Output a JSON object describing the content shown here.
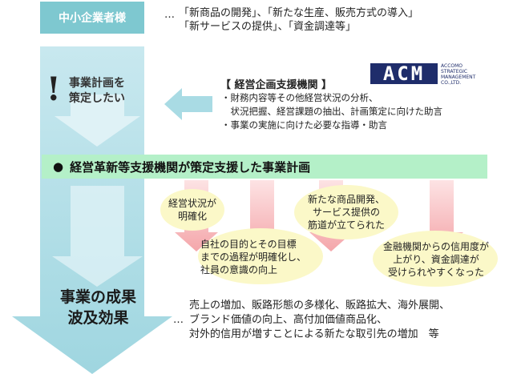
{
  "top": {
    "target_label": "中小企業者様",
    "ellipsis": "…",
    "desc_lines": [
      "「新商品の開発」、「新たな生産、販売方式の導入」",
      "「新サービスの提供」、「資金調達等」"
    ]
  },
  "left": {
    "exclaim": "!",
    "need_lines": [
      "事業計画を",
      "策定したい"
    ],
    "result_lines": [
      "事業の成果",
      "波及効果"
    ]
  },
  "org": {
    "title": "【 経営企画支援機関 】",
    "items": [
      "・財務内容等その他経営状況の分析、",
      "　状況把握、経営課題の抽出、計画策定に向けた助言",
      "・事業の実施に向けた必要な指導・助言"
    ],
    "logo_mark": "ACM",
    "logo_sub": [
      "ACCOMO",
      "STRATEGIC",
      "MANAGEMENT",
      "CO.,LTD."
    ]
  },
  "banner": {
    "bullet": "●",
    "text": "経営革新等支援機関が策定支援した事業計画"
  },
  "bubbles": [
    {
      "lines": [
        "経営状況が",
        "明確化"
      ]
    },
    {
      "lines": [
        "新たな商品開発、",
        "サービス提供の",
        "筋道が立てられた"
      ]
    },
    {
      "lines": [
        "自社の目的とその目標",
        "までの過程が明確化し、",
        "社員の意識の向上"
      ]
    },
    {
      "lines": [
        "金融機関からの信用度が",
        "上がり、資金調達が",
        "受けられやすくなった"
      ]
    }
  ],
  "result": {
    "ellipsis": "…",
    "lines": [
      "売上の増加、販路形態の多様化、販路拡大、海外展開、",
      "ブランド価値の向上、高付加価値商品化、",
      "対外的信用が増すことによる新たな取引先の増加　等"
    ]
  },
  "colors": {
    "teal_label": "#7ec8d0",
    "arrow_light": "#d2ecf1",
    "arrow_mid": "#a9dbe4",
    "banner_green": "#b4f0c8",
    "pink": "#f4a6aa",
    "bubble": "#fbf8c8",
    "acm_navy": "#1f2d6b"
  }
}
